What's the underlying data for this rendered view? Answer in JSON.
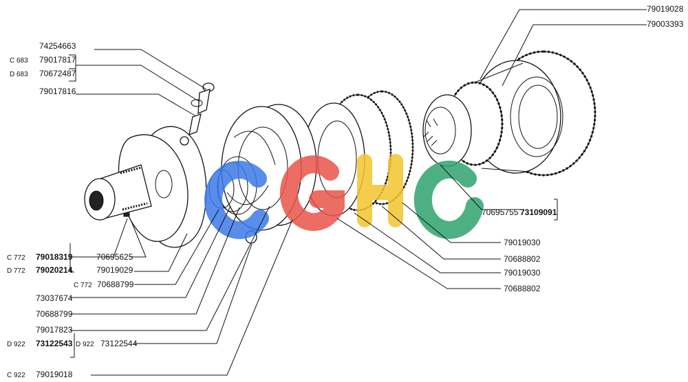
{
  "watermark": {
    "letters": [
      "C",
      "G",
      "H",
      "C"
    ],
    "colors": [
      "#3b7ae8",
      "#e9544a",
      "#f3c52e",
      "#2ea36e"
    ]
  },
  "labels": {
    "p74254663": "74254663",
    "c683_var": "C 683",
    "p79017817": "79017817",
    "d683_var": "D 683",
    "p70672487": "70672487",
    "p79017816": "79017816",
    "c772_var": "C 772",
    "p79018319": "79018319",
    "d772_var": "D 772",
    "p79020214": "79020214",
    "p70695625": "70695625",
    "p79019029": "79019029",
    "c772b_var": "C 772",
    "p70688799a": "70688799",
    "p73037674": "73037674",
    "p70688799b": "70688799",
    "p79017823": "79017823",
    "d922_var": "D 922",
    "p73122543": "73122543",
    "d922b_var": "D 922",
    "p73122544": "73122544",
    "c922_var": "C 922",
    "p79019018": "79019018",
    "p79019028": "79019028",
    "p79003393": "79003393",
    "p70695755": "70695755",
    "p73109091": "73109091",
    "p79019030a": "79019030",
    "p70688802a": "70688802",
    "p79019030b": "79019030",
    "p70688802b": "70688802"
  }
}
